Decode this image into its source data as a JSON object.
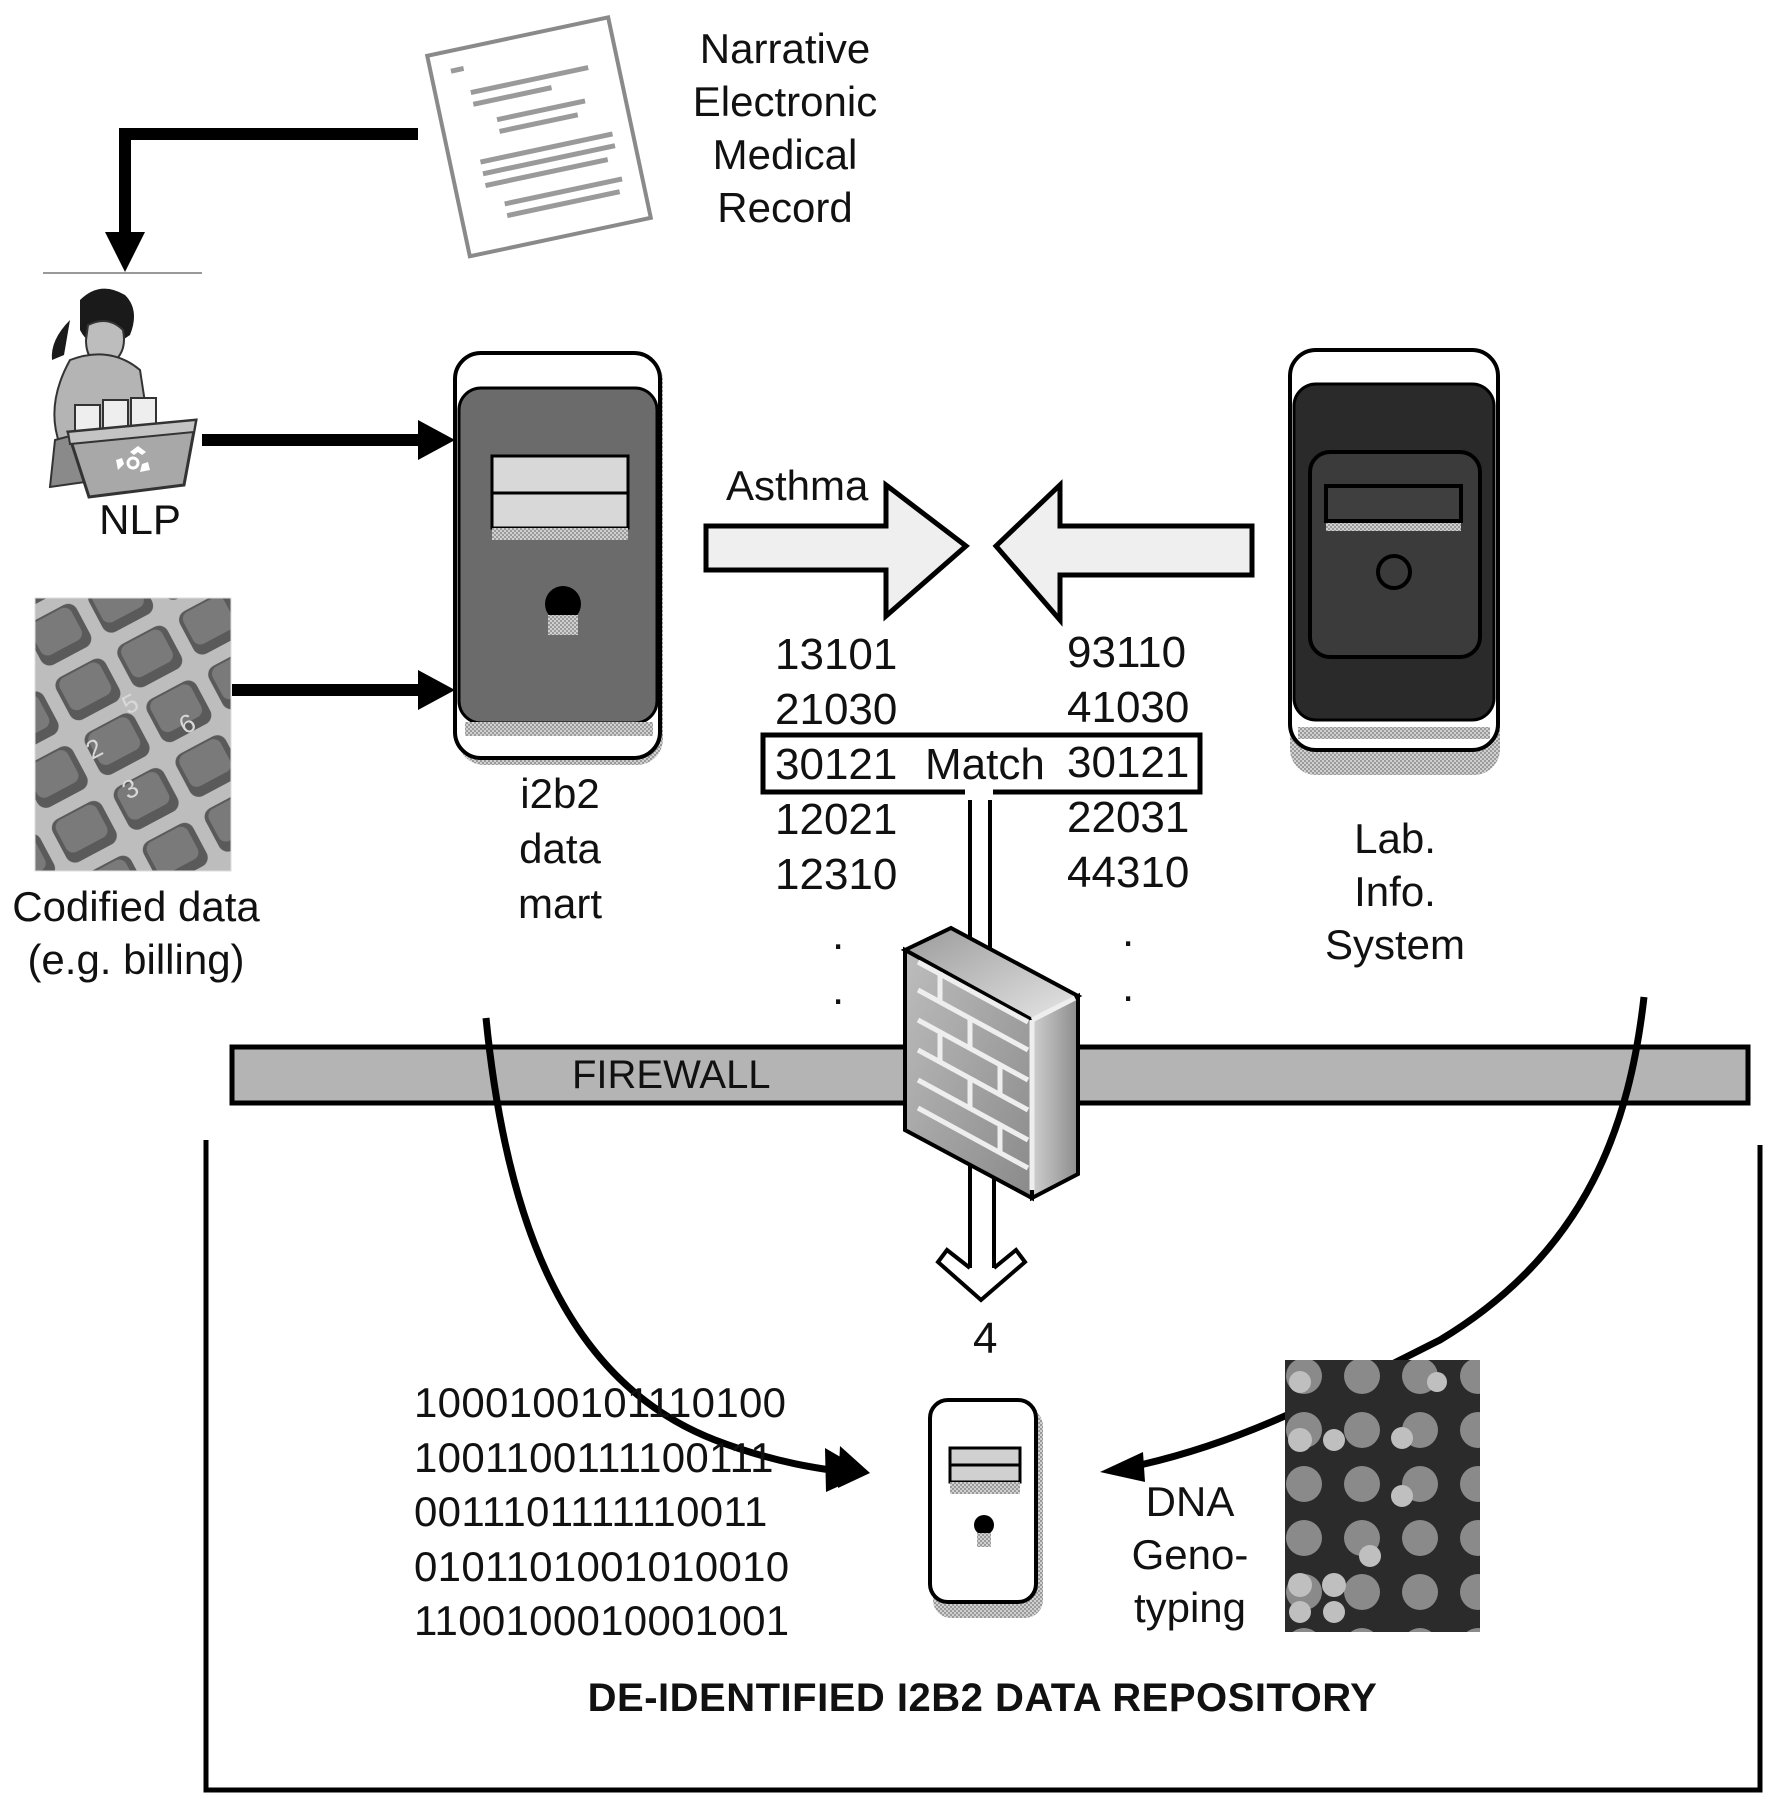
{
  "diagram": {
    "title": "DE-IDENTIFIED I2B2 DATA REPOSITORY",
    "sources": {
      "narrative_record": {
        "label_lines": [
          "Narrative",
          "Electronic",
          "Medical",
          "Record"
        ],
        "icon": "document-icon"
      },
      "nlp": {
        "label": "NLP",
        "icon": "person-sorting-recycling-icon"
      },
      "codified_data": {
        "label_lines": [
          "Codified data",
          "(e.g. billing)"
        ],
        "icon": "calculator-keypad-photo"
      }
    },
    "i2b2_data_mart": {
      "label_lines": [
        "i2b2",
        "data",
        "mart"
      ],
      "icon": "server-tower-icon"
    },
    "lab_info_system": {
      "label_lines": [
        "Lab.",
        "Info.",
        "System"
      ],
      "icon": "server-tower-dark-icon"
    },
    "query": {
      "concept": "Asthma",
      "left_ids": [
        "13101",
        "21030",
        "30121",
        "12021",
        "12310"
      ],
      "right_ids": [
        "93110",
        "41030",
        "30121",
        "22031",
        "44310"
      ],
      "match_label": "Match",
      "matched_id": "30121",
      "ellipsis": [
        ".",
        "."
      ]
    },
    "firewall": {
      "label": "FIREWALL",
      "icon": "brick-wall-firewall-icon"
    },
    "result_count": "4",
    "repository": {
      "binary_rows": [
        "1000100101110100",
        "1001100111100111",
        "0011101111110011",
        "0101101001010010",
        "1100100010001001"
      ],
      "dna": {
        "label_lines": [
          "DNA",
          "Geno-",
          "typing"
        ],
        "icon": "microarray-photo"
      },
      "server_icon": "server-tower-icon"
    },
    "colors": {
      "i2b2_server_body": "#6b6b6b",
      "lab_server_body": "#2a2a2a",
      "firewall_bar": "#b4b4b4",
      "block_arrow_fill": "#efefef"
    }
  }
}
